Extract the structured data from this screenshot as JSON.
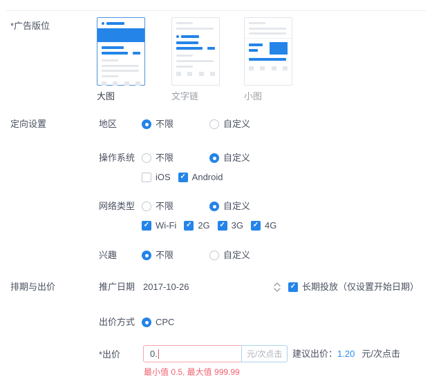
{
  "colors": {
    "primary_blue": "#2484e8",
    "suggestion_blue": "#2d8cf0",
    "error_pink": "#f0616f",
    "input_error_border": "#f2a6ae",
    "addon_border": "#abd3ef"
  },
  "icons": {
    "check": "✓",
    "date_stepper": "chevron-up-down"
  },
  "placement": {
    "label": "*广告版位",
    "selected": "大图",
    "options": [
      {
        "label": "大图",
        "selected": true
      },
      {
        "label": "文字链",
        "selected": false
      },
      {
        "label": "小图",
        "selected": false
      }
    ]
  },
  "targeting": {
    "section_label": "定向设置",
    "region": {
      "label": "地区",
      "options": [
        {
          "label": "不限",
          "selected": true
        },
        {
          "label": "自定义",
          "selected": false
        }
      ]
    },
    "os": {
      "label": "操作系统",
      "options": [
        {
          "label": "不限",
          "selected": false
        },
        {
          "label": "自定义",
          "selected": true
        }
      ],
      "checkboxes": [
        {
          "label": "iOS",
          "checked": false
        },
        {
          "label": "Android",
          "checked": true
        }
      ]
    },
    "network": {
      "label": "网络类型",
      "options": [
        {
          "label": "不限",
          "selected": false
        },
        {
          "label": "自定义",
          "selected": true
        }
      ],
      "checkboxes": [
        {
          "label": "Wi-Fi",
          "checked": true
        },
        {
          "label": "2G",
          "checked": true
        },
        {
          "label": "3G",
          "checked": true
        },
        {
          "label": "4G",
          "checked": true
        }
      ]
    },
    "interest": {
      "label": "兴趣",
      "options": [
        {
          "label": "不限",
          "selected": true
        },
        {
          "label": "自定义",
          "selected": false
        }
      ]
    }
  },
  "schedule": {
    "section_label": "排期与出价",
    "date": {
      "label": "推广日期",
      "value": "2017-10-26",
      "long_term": {
        "checked": true,
        "label": "长期投放（仅设置开始日期）"
      }
    },
    "bid_type": {
      "label": "出价方式",
      "options": [
        {
          "label": "CPC",
          "selected": true
        }
      ]
    },
    "bid": {
      "label": "*出价",
      "value": "0.",
      "unit": "元/次点击",
      "error": "最小值 0.5, 最大值 999.99",
      "suggestion": {
        "label": "建议出价：",
        "value": "1.20",
        "unit": "元/次点击"
      }
    }
  }
}
